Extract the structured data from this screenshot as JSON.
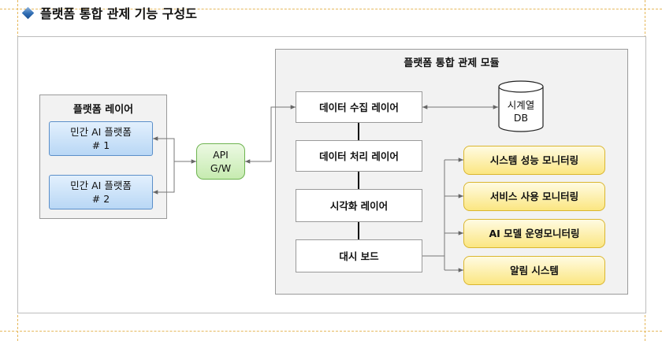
{
  "title": "플랫폼 통합 관제 기능 구성도",
  "platform_layer": {
    "title": "플랫폼 레이어",
    "platform1": {
      "line1": "민간 AI 플랫폼",
      "line2": "# 1"
    },
    "platform2": {
      "line1": "민간 AI 플랫폼",
      "line2": "# 2"
    }
  },
  "gateway": {
    "line1": "API",
    "line2": "G/W"
  },
  "module": {
    "title": "플랫폼 통합 관제 모듈",
    "layers": [
      "데이터 수집 레이어",
      "데이터 처리 레이어",
      "시각화 레이어",
      "대시 보드"
    ]
  },
  "database": {
    "line1": "시계열",
    "line2": "DB"
  },
  "outputs": [
    "시스템 성능 모니터링",
    "서비스 사용 모니터링",
    "AI 모델 운영모니터링",
    "알림 시스템"
  ],
  "colors": {
    "platform_fill": "#b9d7f5",
    "gateway_fill": "#c6ebb0",
    "output_fill": "#fbe681",
    "panel_fill": "#f2f2f2"
  }
}
